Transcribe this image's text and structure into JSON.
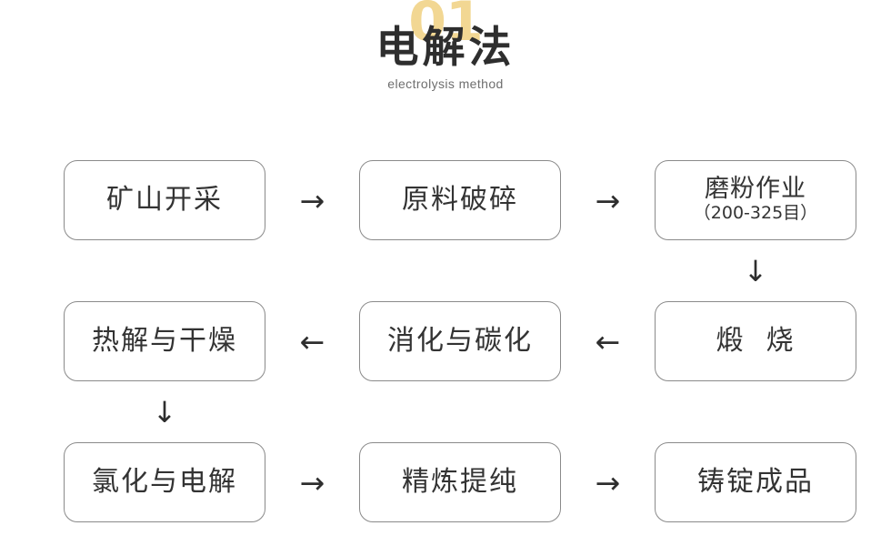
{
  "header": {
    "badge_number": "01",
    "title_cn": "电解法",
    "title_en": "electrolysis method",
    "accent_color": "#F2D793",
    "title_color": "#2e2e2e"
  },
  "flow": {
    "border_color": "#8a8a8a",
    "arrow_right": "→",
    "arrow_left": "←",
    "arrow_down": "↓",
    "rows": [
      {
        "nodes": [
          {
            "label": "矿山开采",
            "sub": ""
          },
          {
            "label": "原料破碎",
            "sub": ""
          },
          {
            "label": "磨粉作业",
            "sub": "（200-325目）"
          }
        ],
        "connectors": [
          "→",
          "→"
        ]
      },
      {
        "nodes": [
          {
            "label": "热解与干燥",
            "sub": ""
          },
          {
            "label": "消化与碳化",
            "sub": ""
          },
          {
            "label": "煅  烧",
            "sub": ""
          }
        ],
        "connectors": [
          "←",
          "←"
        ]
      },
      {
        "nodes": [
          {
            "label": "氯化与电解",
            "sub": ""
          },
          {
            "label": "精炼提纯",
            "sub": ""
          },
          {
            "label": "铸锭成品",
            "sub": ""
          }
        ],
        "connectors": [
          "→",
          "→"
        ]
      }
    ],
    "vertical_connectors": [
      {
        "after_row": 0,
        "column": 2,
        "glyph": "↓"
      },
      {
        "after_row": 1,
        "column": 0,
        "glyph": "↓"
      }
    ]
  }
}
